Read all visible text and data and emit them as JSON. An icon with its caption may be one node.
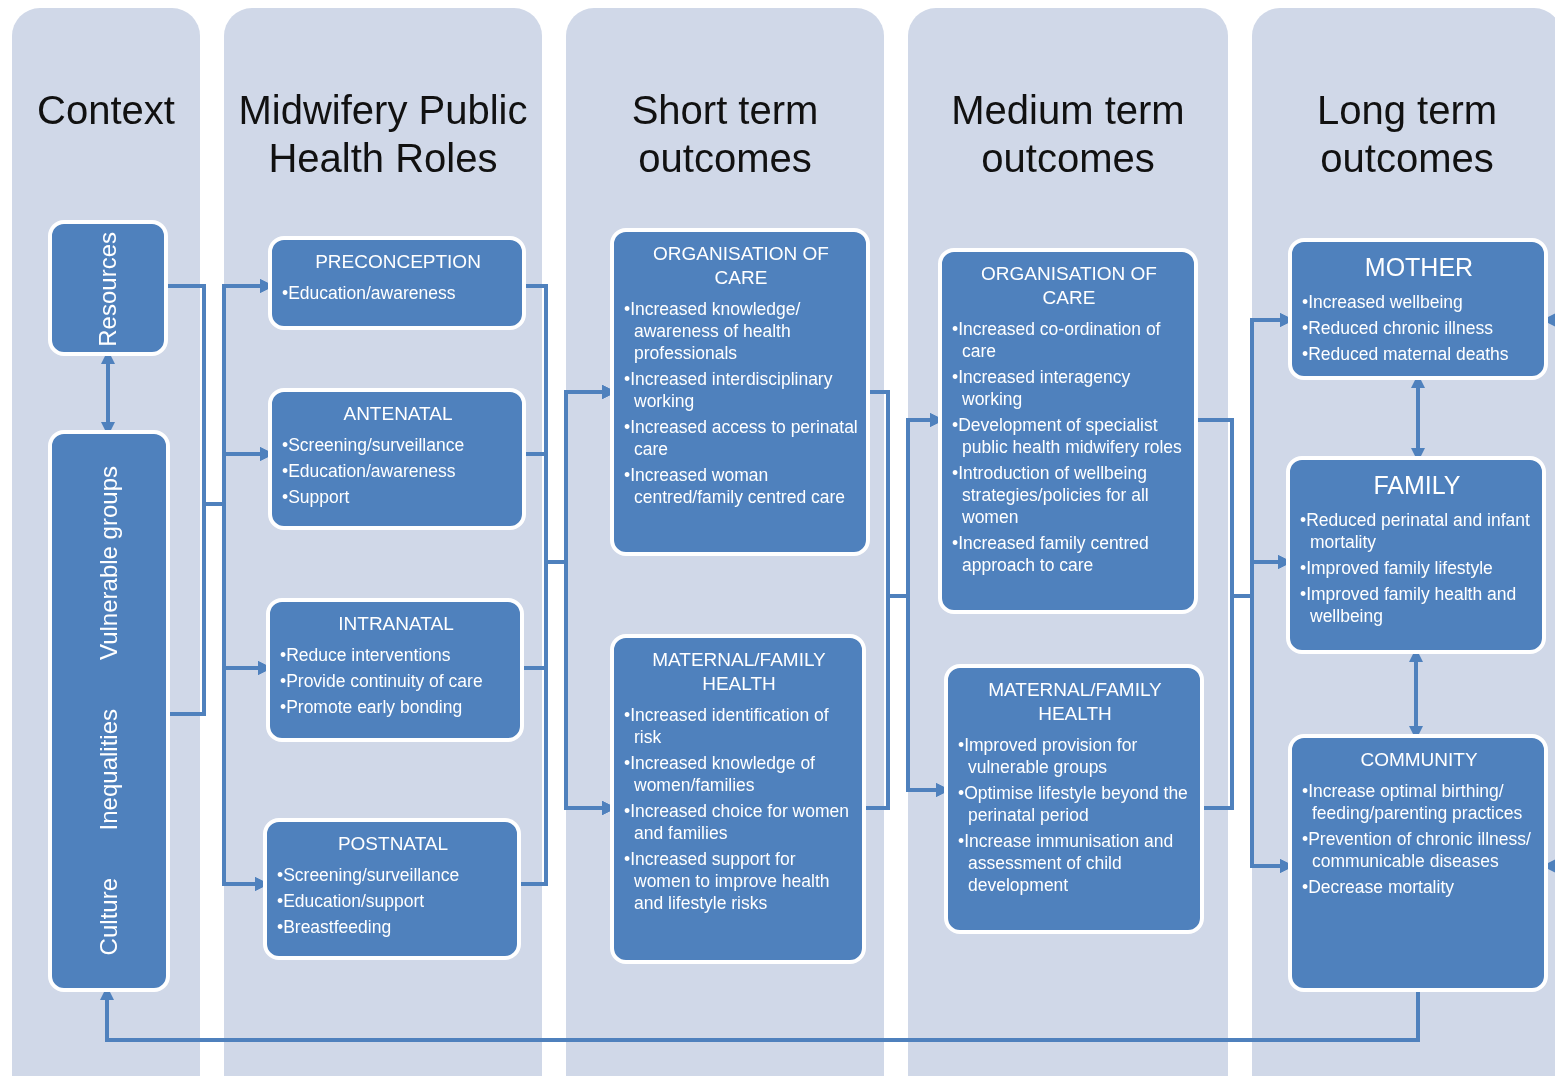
{
  "diagram": {
    "nodes": [
      {
        "text": [
          "Context"
        ]
      },
      {
        "text": [
          "Resources"
        ],
        "in": 0
      },
      {
        "text": [
          "Vulnerable groups",
          "Inequalities",
          "Culture"
        ],
        "in": 0
      },
      {
        "text": [
          "Midwifery Public Health Roles"
        ]
      },
      {
        "text": [
          "PRECONCEPTION",
          "•Education/awareness"
        ],
        "in": 3
      },
      {
        "text": [
          "ANTENATAL",
          "•Screening/surveillance",
          "•Education/awareness",
          "•Support"
        ],
        "in": 3
      },
      {
        "text": [
          "INTRANATAL",
          "•Reduce interventions",
          "•Provide continuity of care",
          "•Promote early bonding"
        ],
        "in": 3
      },
      {
        "text": [
          "POSTNATAL",
          "•Screening/surveillance",
          "•Education/support",
          "•Breastfeeding"
        ],
        "in": 3
      },
      {
        "text": [
          "Short term outcomes"
        ]
      },
      {
        "text": [
          "ORGANISATION OF CARE",
          "•Increased knowledge/ awareness of health professionals",
          "•Increased interdisciplinary working",
          "•Increased access to perinatal care",
          "•Increased woman centred/family centred care"
        ],
        "in": 8
      },
      {
        "text": [
          "MATERNAL/FAMILY HEALTH",
          "•Increased identification of risk",
          "•Increased knowledge of women/families",
          "•Increased choice for women and families",
          "•Increased support for women to improve health and lifestyle risks"
        ],
        "in": 8
      },
      {
        "text": [
          "Medium term outcomes"
        ]
      },
      {
        "text": [
          "ORGANISATION OF CARE",
          "•Increased co-ordination of care",
          "•Increased interagency working",
          "•Development of specialist public health midwifery roles",
          "•Introduction of wellbeing strategies/policies for all women",
          "•Increased family centred approach to care"
        ],
        "in": 11
      },
      {
        "text": [
          "MATERNAL/FAMILY HEALTH",
          "•Improved provision for vulnerable groups",
          "•Optimise lifestyle beyond the perinatal period",
          "•Increase immunisation and assessment of child development"
        ],
        "in": 11
      },
      {
        "text": [
          "Long term outcomes"
        ]
      },
      {
        "text": [
          "MOTHER",
          "•Increased wellbeing",
          "•Reduced chronic illness",
          "•Reduced maternal deaths"
        ],
        "in": 14
      },
      {
        "text": [
          "FAMILY",
          "•Reduced perinatal and infant mortality",
          "•Improved family lifestyle",
          "•Improved family health and wellbeing"
        ],
        "in": 14
      },
      {
        "text": [
          "COMMUNITY",
          "•Increase optimal birthing/ feeding/parenting practices",
          "•Prevention of chronic illness/ communicable diseases",
          "•Decrease mortality"
        ],
        "in": 14
      }
    ],
    "edges": [
      {
        "from": 1,
        "to": 2,
        "arrow": "both"
      },
      {
        "from": 1,
        "to": 4,
        "arrow": "to"
      },
      {
        "from": 1,
        "to": 5,
        "arrow": "to"
      },
      {
        "from": 1,
        "to": 6,
        "arrow": "to"
      },
      {
        "from": 1,
        "to": 7,
        "arrow": "to"
      },
      {
        "from": 2,
        "to": 4,
        "arrow": "to"
      },
      {
        "from": 2,
        "to": 5,
        "arrow": "to"
      },
      {
        "from": 2,
        "to": 6,
        "arrow": "to"
      },
      {
        "from": 2,
        "to": 7,
        "arrow": "to"
      },
      {
        "from": 4,
        "to": 9,
        "arrow": "to"
      },
      {
        "from": 4,
        "to": 10,
        "arrow": "to"
      },
      {
        "from": 5,
        "to": 9,
        "arrow": "to"
      },
      {
        "from": 5,
        "to": 10,
        "arrow": "to"
      },
      {
        "from": 6,
        "to": 9,
        "arrow": "to"
      },
      {
        "from": 6,
        "to": 10,
        "arrow": "to"
      },
      {
        "from": 7,
        "to": 9,
        "arrow": "to"
      },
      {
        "from": 7,
        "to": 10,
        "arrow": "to"
      },
      {
        "from": 9,
        "to": 12,
        "arrow": "to"
      },
      {
        "from": 9,
        "to": 13,
        "arrow": "to"
      },
      {
        "from": 10,
        "to": 12,
        "arrow": "to"
      },
      {
        "from": 10,
        "to": 13,
        "arrow": "to"
      },
      {
        "from": 12,
        "to": 15,
        "arrow": "to"
      },
      {
        "from": 12,
        "to": 16,
        "arrow": "to"
      },
      {
        "from": 12,
        "to": 17,
        "arrow": "to"
      },
      {
        "from": 13,
        "to": 15,
        "arrow": "to"
      },
      {
        "from": 13,
        "to": 16,
        "arrow": "to"
      },
      {
        "from": 13,
        "to": 17,
        "arrow": "to"
      },
      {
        "from": 15,
        "to": 16,
        "arrow": "both"
      },
      {
        "from": 16,
        "to": 17,
        "arrow": "both"
      },
      {
        "from": 17,
        "to": 2,
        "arrow": "to"
      },
      {
        "from": null,
        "to": 15,
        "arrow": "to"
      },
      {
        "from": null,
        "to": 17,
        "arrow": "to"
      }
    ]
  }
}
